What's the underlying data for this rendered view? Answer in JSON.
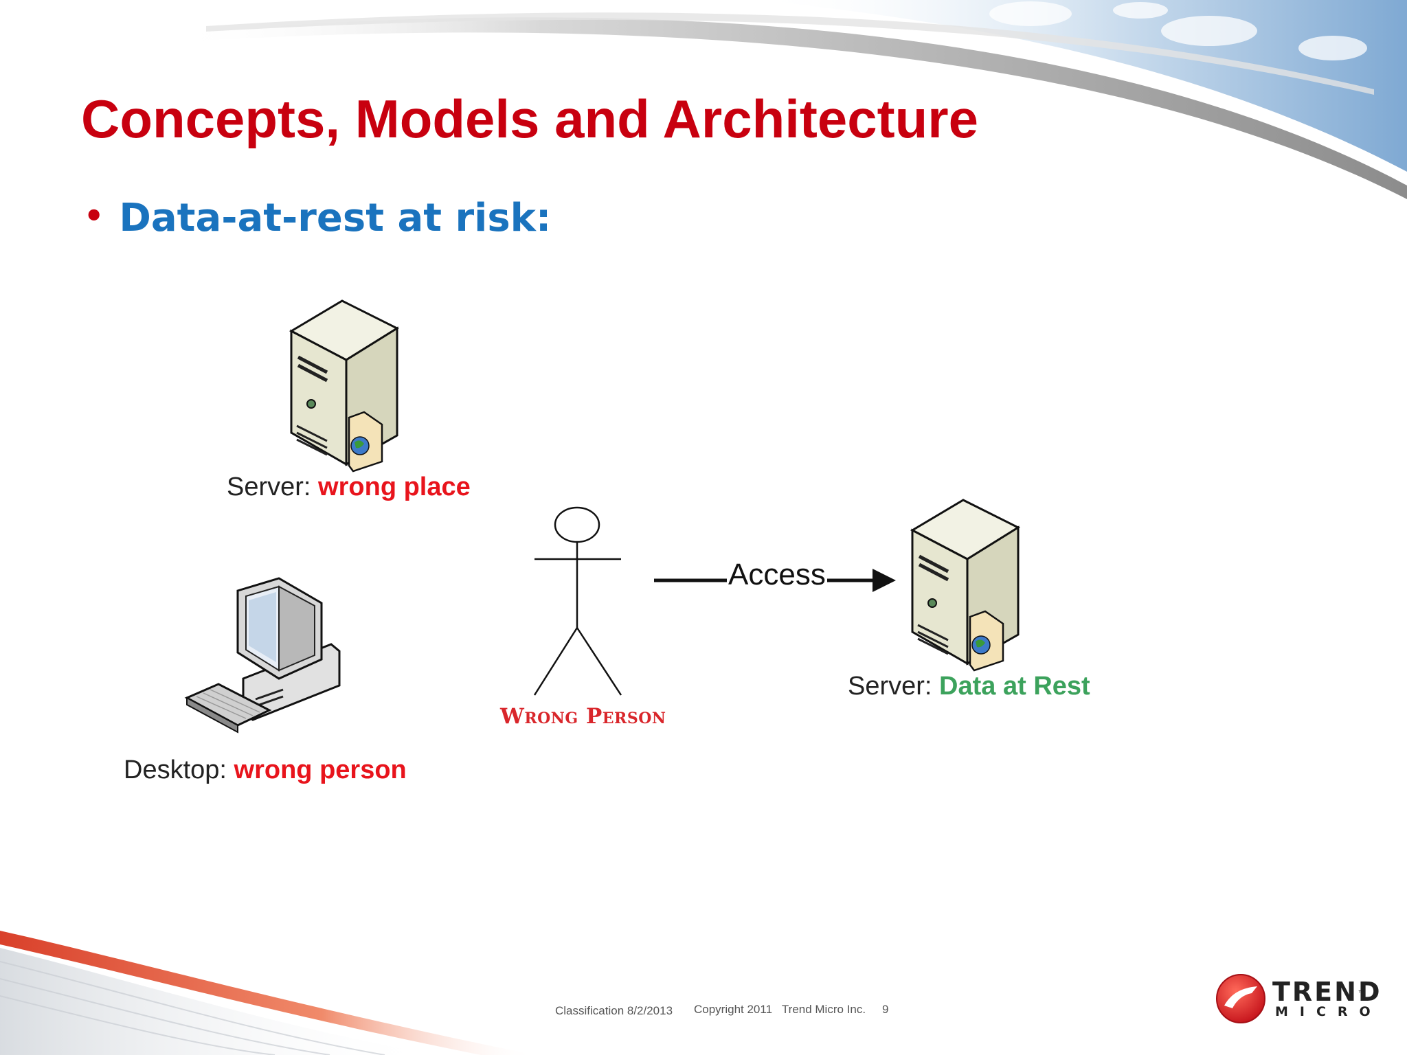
{
  "slide": {
    "title": "Concepts, Models and Architecture",
    "bullet": "Data-at-rest at risk:"
  },
  "diagram": {
    "server_top": {
      "prefix": "Server: ",
      "highlight": "wrong place"
    },
    "desktop": {
      "prefix": "Desktop: ",
      "highlight": "wrong person"
    },
    "person_caption": "Wrong Person",
    "arrow_label": "Access",
    "server_right": {
      "prefix": "Server: ",
      "highlight": "Data at Rest"
    }
  },
  "footer": {
    "classification": "Classification 8/2/2013",
    "copyright": "Copyright 2011   Trend Micro Inc.",
    "page": "9"
  },
  "brand": {
    "line1": "TREND",
    "line2": "MICRO",
    "tm": "™"
  },
  "colors": {
    "title": "#c8000f",
    "bullet_text": "#1a73be",
    "highlight_red": "#e8141c",
    "highlight_green": "#3ca25c"
  }
}
